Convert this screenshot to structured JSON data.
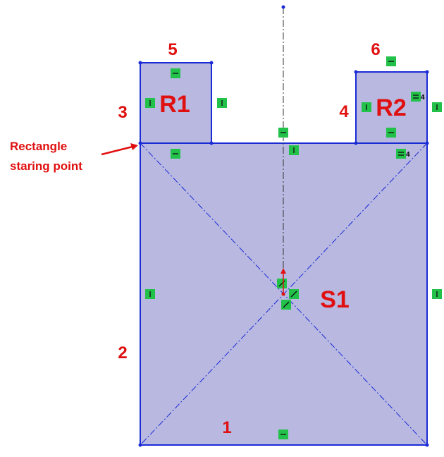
{
  "colors": {
    "fill": "#b8b8e0",
    "edge": "#1a2bd6",
    "label": "#e01010",
    "constraint": "#22c24a",
    "centerline": "#333333"
  },
  "labels": {
    "edge_1": "1",
    "edge_2": "2",
    "edge_3": "3",
    "edge_4": "4",
    "edge_5": "5",
    "edge_6": "6",
    "rect_r1": "R1",
    "rect_r2": "R2",
    "rect_s1": "S1",
    "start_point_line1": "Rectangle",
    "start_point_line2": "staring point",
    "equal_tag_top": "4",
    "equal_tag_bottom": "4"
  },
  "icons": {
    "horizontal": "horizontal-constraint-icon",
    "vertical": "vertical-constraint-icon",
    "equal": "equal-constraint-icon",
    "coincident": "coincident-constraint-icon",
    "origin": "origin-arrow-icon"
  }
}
